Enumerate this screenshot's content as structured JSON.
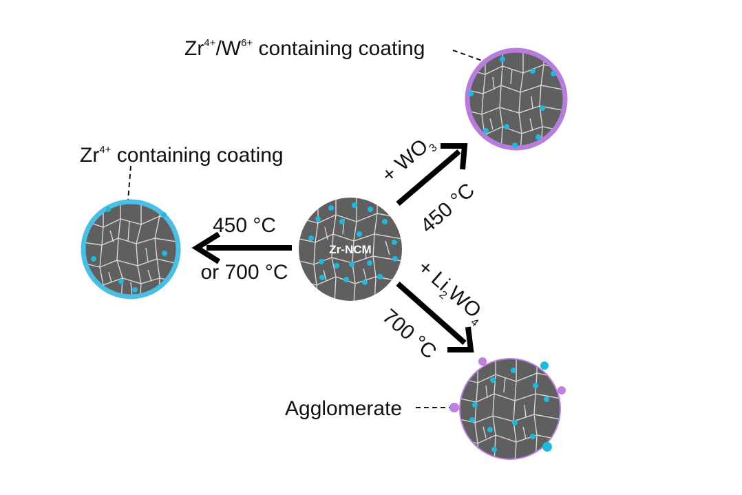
{
  "labels": {
    "zr_coating": {
      "base": "Zr",
      "sup": "4+",
      "rest": " containing coating"
    },
    "zrw_coating": {
      "zr": "Zr",
      "zr_sup": "4+",
      "slash": "/W",
      "w_sup": "6+",
      "rest": " containing coating"
    },
    "agglomerate": "Agglomerate",
    "core": "Zr-NCM"
  },
  "arrows": {
    "left": {
      "top": "450 °C",
      "bottom": "or 700 °C"
    },
    "upper_right": {
      "reagent_pre": "+ WO",
      "reagent_sub": "3",
      "temp": "450 °C"
    },
    "lower_right": {
      "reagent_pre": "+ Li",
      "reagent_sub1": "2",
      "reagent_mid": "WO",
      "reagent_sub2": "4",
      "temp": "700 °C"
    }
  },
  "colors": {
    "particle_fill": "#5f5f5f",
    "grain_line": "#d8d8d8",
    "dot": "#1fb8e0",
    "zr_coating": "#4bbfe3",
    "w_coating": "#b77ddc",
    "agglomerate": "#c07ee0",
    "arrow": "#000000"
  }
}
